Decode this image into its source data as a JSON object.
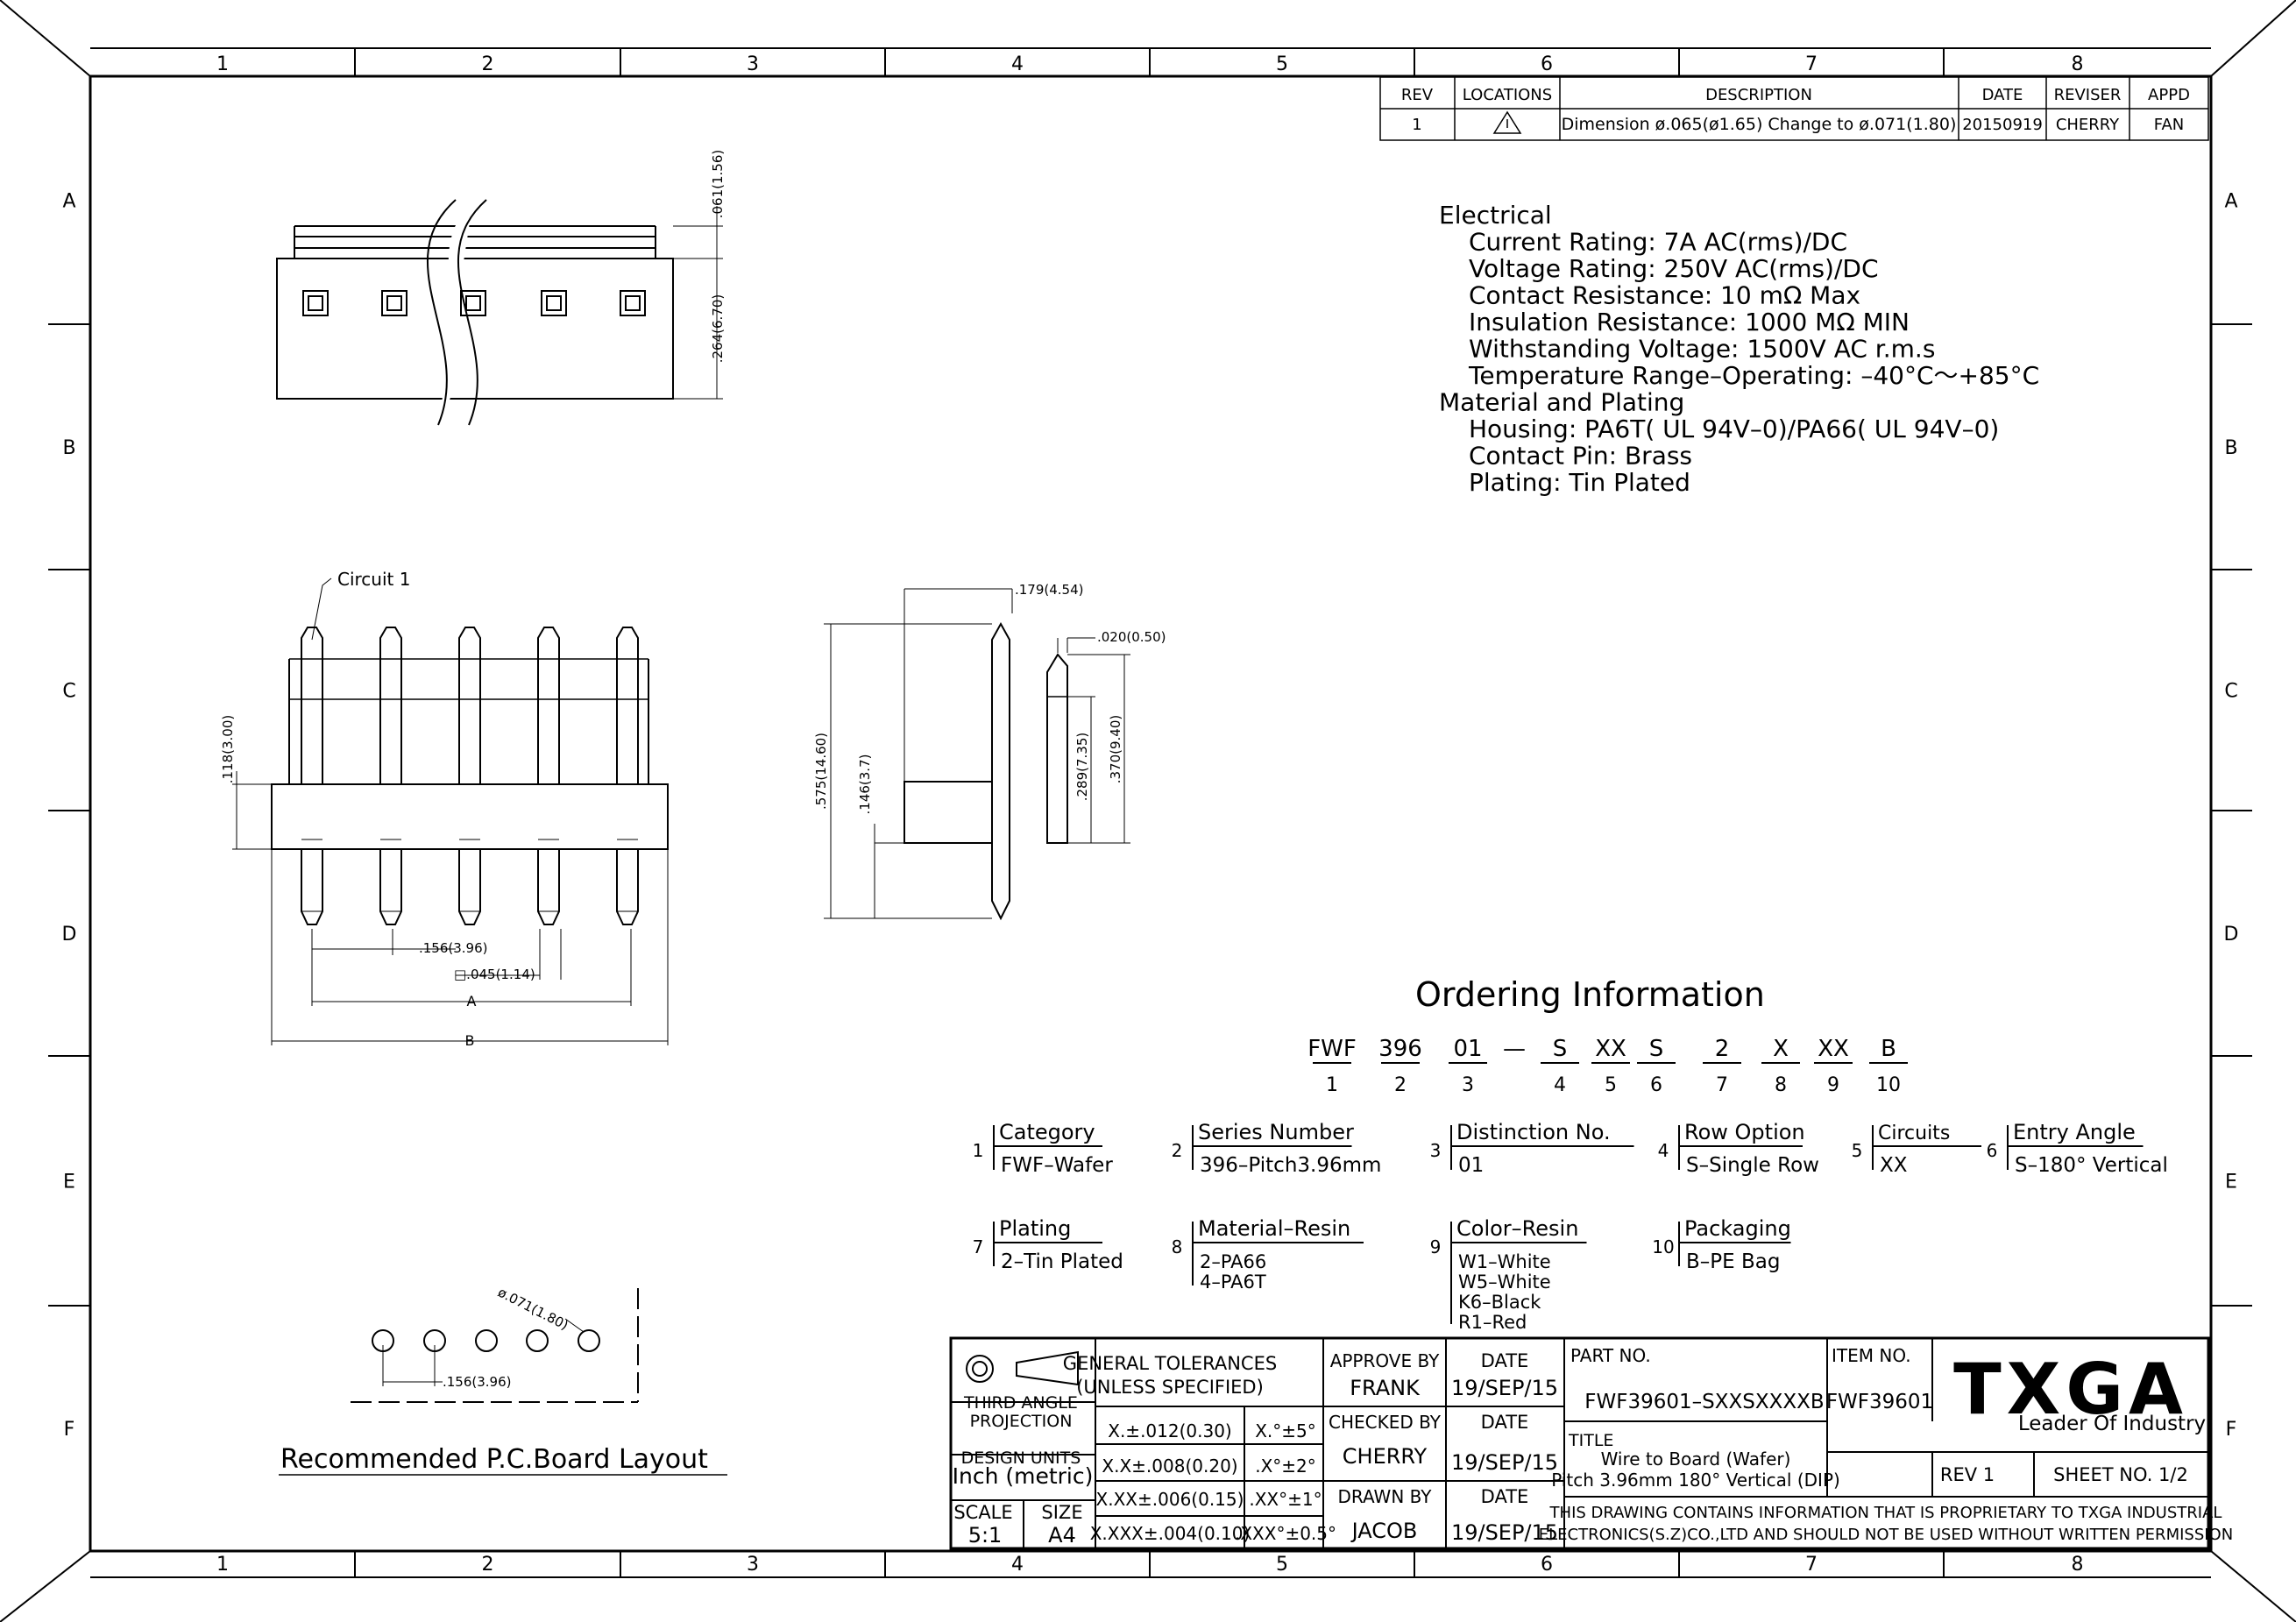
{
  "border": {
    "col_labels": [
      "1",
      "2",
      "3",
      "4",
      "5",
      "6",
      "7",
      "8"
    ],
    "row_labels": [
      "A",
      "B",
      "C",
      "D",
      "E",
      "F"
    ]
  },
  "revision": {
    "headers": [
      "REV",
      "LOCATIONS",
      "DESCRIPTION",
      "DATE",
      "REVISER",
      "APPD"
    ],
    "row": {
      "rev": "1",
      "description": "Dimension ø.065(ø1.65) Change to ø.071(1.80)",
      "date": "20150919",
      "reviser": "CHERRY",
      "appd": "FAN"
    }
  },
  "specs": [
    {
      "text": "Electrical",
      "indent": 0
    },
    {
      "text": "Current Rating: 7A AC(rms)/DC",
      "indent": 1
    },
    {
      "text": "Voltage Rating: 250V AC(rms)/DC",
      "indent": 1
    },
    {
      "text": "Contact Resistance: 10 mΩ Max",
      "indent": 1
    },
    {
      "text": "Insulation Resistance: 1000 MΩ MIN",
      "indent": 1
    },
    {
      "text": "Withstanding Voltage: 1500V AC r.m.s",
      "indent": 1
    },
    {
      "text": "Temperature Range–Operating: –40°C～+85°C",
      "indent": 1
    },
    {
      "text": "Material and Plating",
      "indent": 0
    },
    {
      "text": "Housing: PA6T( UL 94V–0)/PA66( UL 94V–0)",
      "indent": 1
    },
    {
      "text": "Contact Pin: Brass",
      "indent": 1
    },
    {
      "text": "Plating: Tin Plated",
      "indent": 1
    }
  ],
  "dims": {
    "top_061": ".061(1.56)",
    "top_264": ".264(6.70)",
    "circuit1": "Circuit 1",
    "d118": ".118(3.00)",
    "d156": ".156(3.96)",
    "d045": "□.045(1.14)",
    "dimA": "A",
    "dimB": "B",
    "d179": ".179(4.54)",
    "d020": ".020(0.50)",
    "d575": ".575(14.60)",
    "d146": ".146(3.7)",
    "d289": ".289(7.35)",
    "d370": ".370(9.40)",
    "pcb_dia": "ø.071(1.80)",
    "pcb_pitch": ".156(3.96)"
  },
  "pcb_title": "Recommended P.C.Board Layout",
  "ordering": {
    "title": "Ordering Information",
    "code": [
      "FWF",
      "396",
      "01",
      "—",
      "S",
      "XX",
      "S",
      "2",
      "X",
      "XX",
      "B"
    ],
    "nums": [
      "1",
      "2",
      "3",
      "4",
      "5",
      "6",
      "7",
      "8",
      "9",
      "10"
    ],
    "options": [
      {
        "num": "1",
        "title": "Category",
        "lines": [
          "FWF–Wafer"
        ]
      },
      {
        "num": "2",
        "title": "Series Number",
        "lines": [
          "396–Pitch3.96mm"
        ]
      },
      {
        "num": "3",
        "title": "Distinction No.",
        "lines": [
          "01"
        ]
      },
      {
        "num": "4",
        "title": "Row Option",
        "lines": [
          "S–Single Row"
        ]
      },
      {
        "num": "5",
        "title": "Circuits",
        "lines": [
          "XX"
        ]
      },
      {
        "num": "6",
        "title": "Entry Angle",
        "lines": [
          "S–180° Vertical"
        ]
      },
      {
        "num": "7",
        "title": "Plating",
        "lines": [
          "2–Tin Plated"
        ]
      },
      {
        "num": "8",
        "title": "Material–Resin",
        "lines": [
          "2–PA66",
          "4–PA6T"
        ]
      },
      {
        "num": "9",
        "title": "Color–Resin",
        "lines": [
          "W1–White",
          "W5–White",
          "K6–Black",
          "R1–Red"
        ]
      },
      {
        "num": "10",
        "title": "Packaging",
        "lines": [
          "B–PE Bag"
        ]
      }
    ]
  },
  "title_block": {
    "projection": [
      "THIRD ANGLE",
      "PROJECTION"
    ],
    "design_units": [
      "DESIGN UNITS",
      "Inch (metric)"
    ],
    "scale_label": "SCALE",
    "scale": "5:1",
    "size_label": "SIZE",
    "size": "A4",
    "tolerances_title": [
      "GENERAL TOLERANCES",
      "(UNLESS SPECIFIED)"
    ],
    "tolerances": [
      [
        "X.±.012(0.30)",
        "X.°±5°"
      ],
      [
        "X.X±.008(0.20)",
        ".X°±2°"
      ],
      [
        "X.XX±.006(0.15)",
        ".XX°±1°"
      ],
      [
        "X.XXX±.004(0.10)",
        ".XXX°±0.5°"
      ]
    ],
    "approve_by": "APPROVE BY",
    "approver": "FRANK",
    "checked_by": "CHECKED BY",
    "checker": "CHERRY",
    "drawn_by": "DRAWN BY",
    "drawer": "JACOB",
    "date_label": "DATE",
    "date_value": "19/SEP/15",
    "part_no_label": "PART NO.",
    "part_no": "FWF39601–SXXSXXXXB",
    "item_no_label": "ITEM NO.",
    "item_no": "FWF39601",
    "logo": "TXGA",
    "tagline": "Leader Of Industry",
    "title_label": "TITLE",
    "title_lines": [
      "Wire to Board (Wafer)",
      "Pitch 3.96mm 180° Vertical (DIP)"
    ],
    "rev": "REV 1",
    "sheet": "SHEET NO. 1/2",
    "proprietary": [
      "THIS DRAWING CONTAINS INFORMATION THAT IS PROPRIETARY TO TXGA INDUSTRIAL",
      "ELECTRONICS(S.Z)CO.,LTD AND SHOULD NOT BE USED WITHOUT WRITTEN PERMISSION"
    ]
  }
}
